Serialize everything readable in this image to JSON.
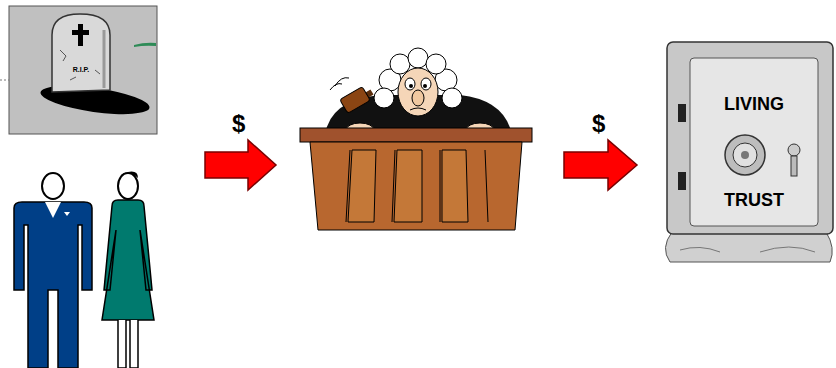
{
  "diagram": {
    "nodes": [
      {
        "text": [
          "R.I.P."
        ]
      },
      {
        "text": [
          "LIVING",
          "TRUST"
        ]
      }
    ],
    "labels": [
      "$",
      "$"
    ]
  }
}
